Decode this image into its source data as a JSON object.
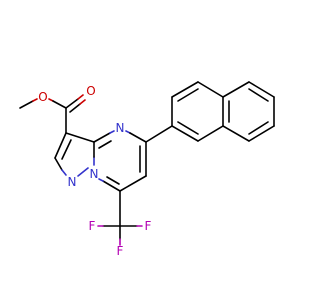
{
  "molecule": {
    "atom_labels": {
      "ester_o_methoxy": "O",
      "ester_o_carbonyl": "O",
      "n4": "N",
      "n1": "N",
      "n_bridge": "N",
      "f_left": "F",
      "f_top": "F",
      "f_right": "F"
    },
    "colors": {
      "carbon_bond": "#000000",
      "nitrogen": "#3333cc",
      "oxygen": "#cc0000",
      "fluorine": "#b300b3",
      "background": "#ffffff"
    }
  }
}
